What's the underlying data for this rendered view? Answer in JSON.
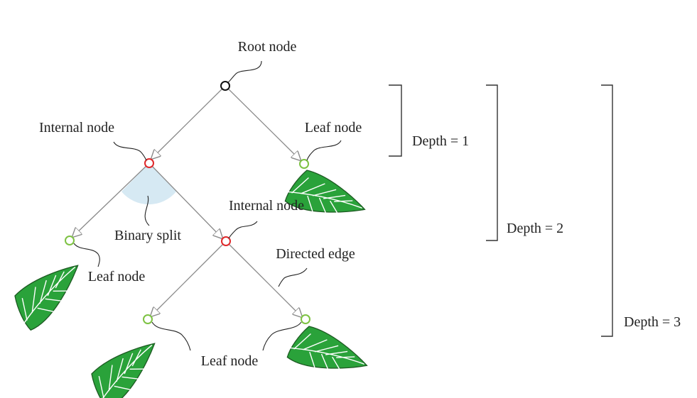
{
  "labels": {
    "root": "Root node",
    "internal_1": "Internal node",
    "internal_2": "Internal node",
    "leaf_1": "Leaf node",
    "leaf_2": "Leaf node",
    "leaf_3": "Leaf node",
    "binary_split": "Binary split",
    "directed_edge": "Directed edge"
  },
  "depths": {
    "d1": "Depth = 1",
    "d2": "Depth = 2",
    "d3": "Depth = 3"
  },
  "colors": {
    "root_node": "#111111",
    "internal_node": "#e0282a",
    "leaf_node": "#7dc242",
    "edge": "#8a8a8a",
    "leaf_fill": "#2aa23a",
    "leaf_outline": "#1d5a22",
    "split_wedge": "#d6e9f3"
  }
}
